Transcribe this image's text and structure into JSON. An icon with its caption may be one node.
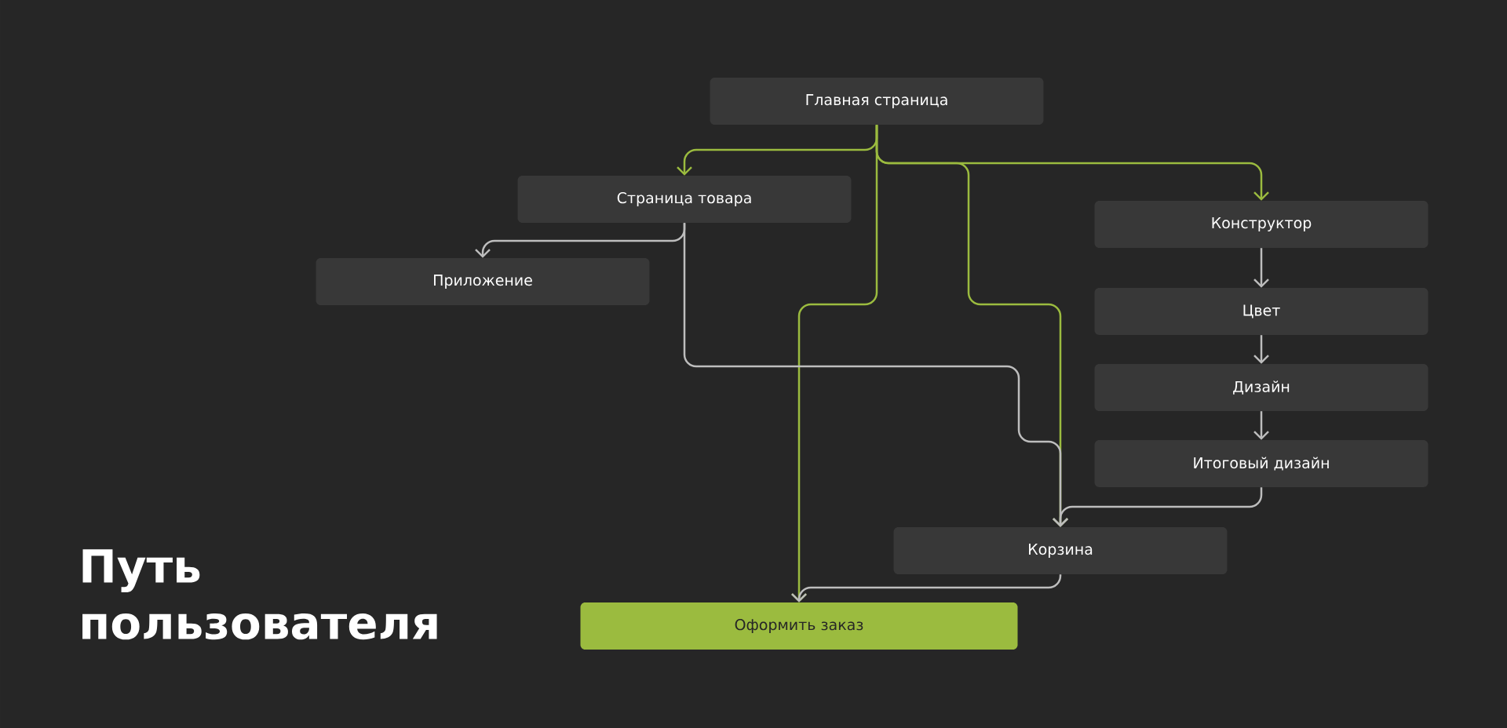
{
  "diagram": {
    "title": "Путь пользователя",
    "nodes": [
      {
        "text": [
          "Главная страница"
        ]
      },
      {
        "text": [
          "Страница товара"
        ]
      },
      {
        "text": [
          "Конструктор"
        ]
      },
      {
        "text": [
          "Приложение"
        ]
      },
      {
        "text": [
          "Цвет"
        ]
      },
      {
        "text": [
          "Дизайн"
        ]
      },
      {
        "text": [
          "Итоговый дизайн"
        ]
      },
      {
        "text": [
          "Корзина"
        ]
      },
      {
        "text": [
          "Оформить заказ"
        ]
      }
    ],
    "edges": [
      {
        "from": 0,
        "to": 1,
        "arrow": "to",
        "color": "#9bbb3f"
      },
      {
        "from": 0,
        "to": 2,
        "arrow": "to",
        "color": "#9bbb3f"
      },
      {
        "from": 0,
        "to": 8,
        "arrow": "to",
        "color": "#9bbb3f"
      },
      {
        "from": 0,
        "to": 7,
        "arrow": "to",
        "color": "#9bbb3f"
      },
      {
        "from": 1,
        "to": 3,
        "arrow": "to"
      },
      {
        "from": 1,
        "to": 7,
        "arrow": "to"
      },
      {
        "from": 2,
        "to": 4,
        "arrow": "to"
      },
      {
        "from": 4,
        "to": 5,
        "arrow": "to"
      },
      {
        "from": 5,
        "to": 6,
        "arrow": "to"
      },
      {
        "from": 6,
        "to": 7,
        "arrow": "to"
      },
      {
        "from": 7,
        "to": 8,
        "arrow": "to"
      }
    ]
  }
}
